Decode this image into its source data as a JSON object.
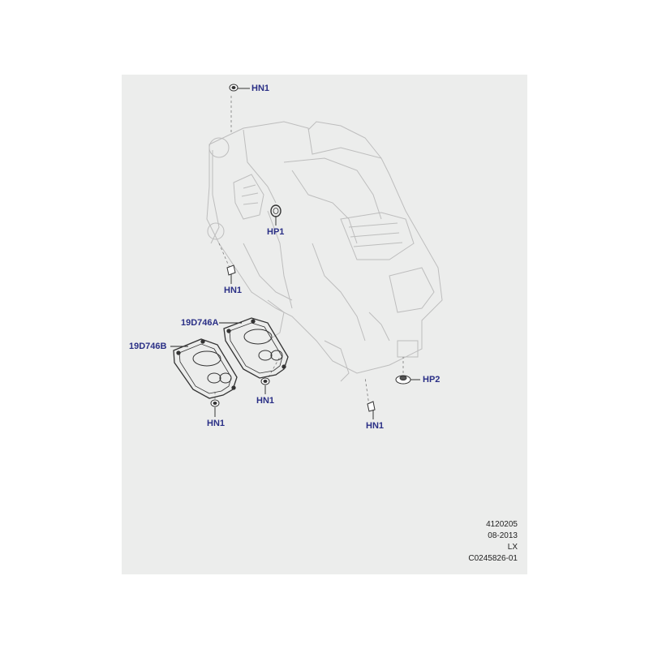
{
  "callouts": {
    "hn1_top": "HN1",
    "hp1": "HP1",
    "hn1_left": "HN1",
    "part_a": "19D746A",
    "part_b": "19D746B",
    "hn1_mid": "HN1",
    "hn1_low": "HN1",
    "hp2": "HP2",
    "hn1_right": "HN1"
  },
  "reference": {
    "line1": "4120205",
    "line2": "08-2013",
    "line3": "LX",
    "line4": "C0245826-01"
  },
  "colors": {
    "panel_background": "#ecedec",
    "callout_text": "#2a2f86",
    "line_art": "#bdbdbd",
    "highlight_part": "#333333"
  }
}
